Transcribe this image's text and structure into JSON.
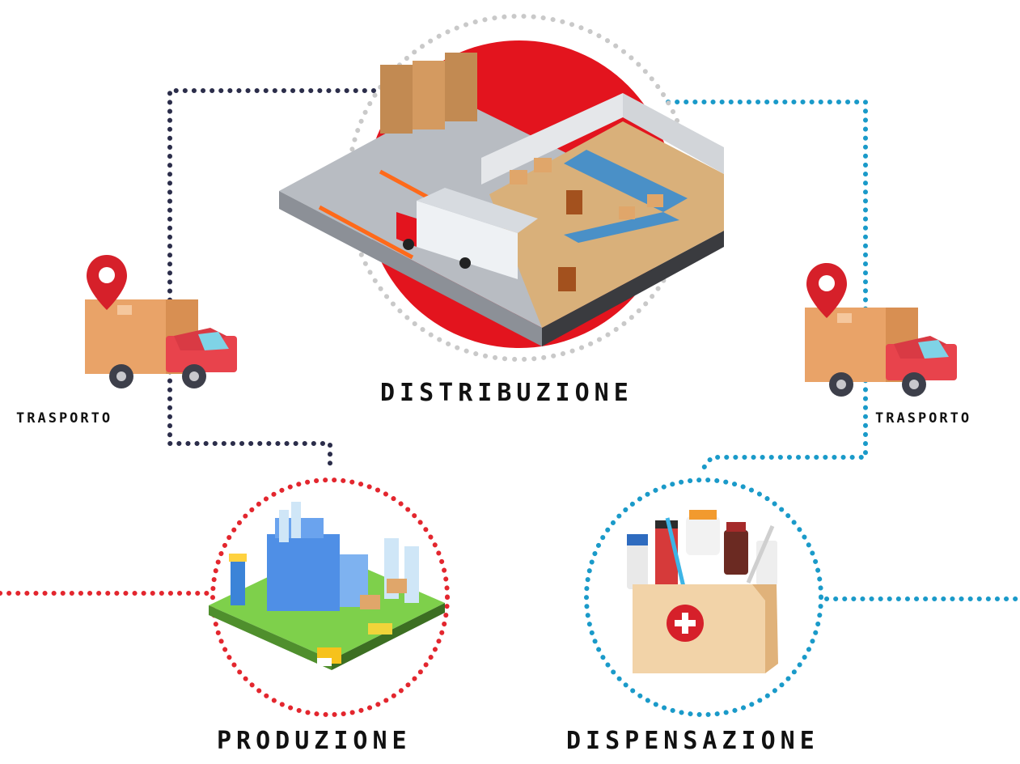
{
  "labels": {
    "distribuzione": "DISTRIBUZIONE",
    "trasporto_left": "TRASPORTO",
    "trasporto_right": "TRASPORTO",
    "produzione": "PRODUZIONE",
    "dispensazione": "DISPENSAZIONE"
  },
  "colors": {
    "navy_dots": "#2b2d4a",
    "blue_dots": "#1a9ac9",
    "red_dots": "#e3262e",
    "grey_dots": "#c9c9c9",
    "red_disc": "#e3141e",
    "box": "#e9a368",
    "truck": "#e8434c"
  }
}
